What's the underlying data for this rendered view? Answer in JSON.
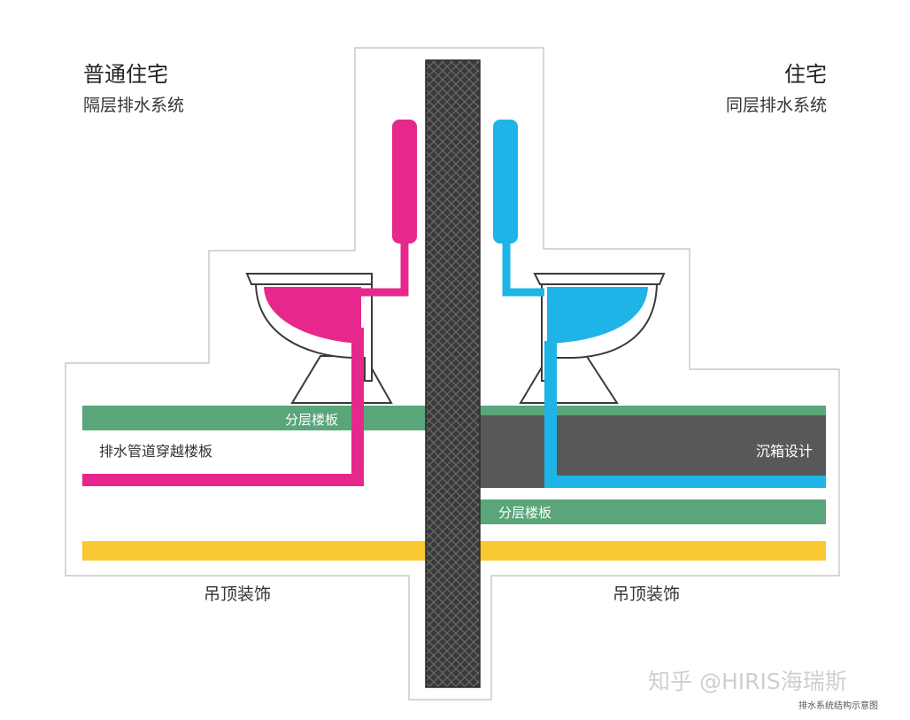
{
  "left": {
    "title": "普通住宅",
    "subtitle": "隔层排水系统",
    "floor_label": "分层楼板",
    "pipe_label": "排水管道穿越楼板",
    "ceiling_label": "吊顶装饰"
  },
  "right": {
    "title": "住宅",
    "subtitle": "同层排水系统",
    "sunken_label": "沉箱设计",
    "floor_label": "分层楼板",
    "ceiling_label": "吊顶装饰"
  },
  "watermark": {
    "text": "知乎 @HIRIS海瑞斯",
    "caption": "排水系统结构示意图"
  },
  "colors": {
    "magenta": "#e6288c",
    "cyan": "#1eb4e8",
    "floor_green": "#5aa57a",
    "ceiling_yellow": "#fac832",
    "wall_dark": "#3a3a3a",
    "sunken_gray": "#58585a"
  }
}
